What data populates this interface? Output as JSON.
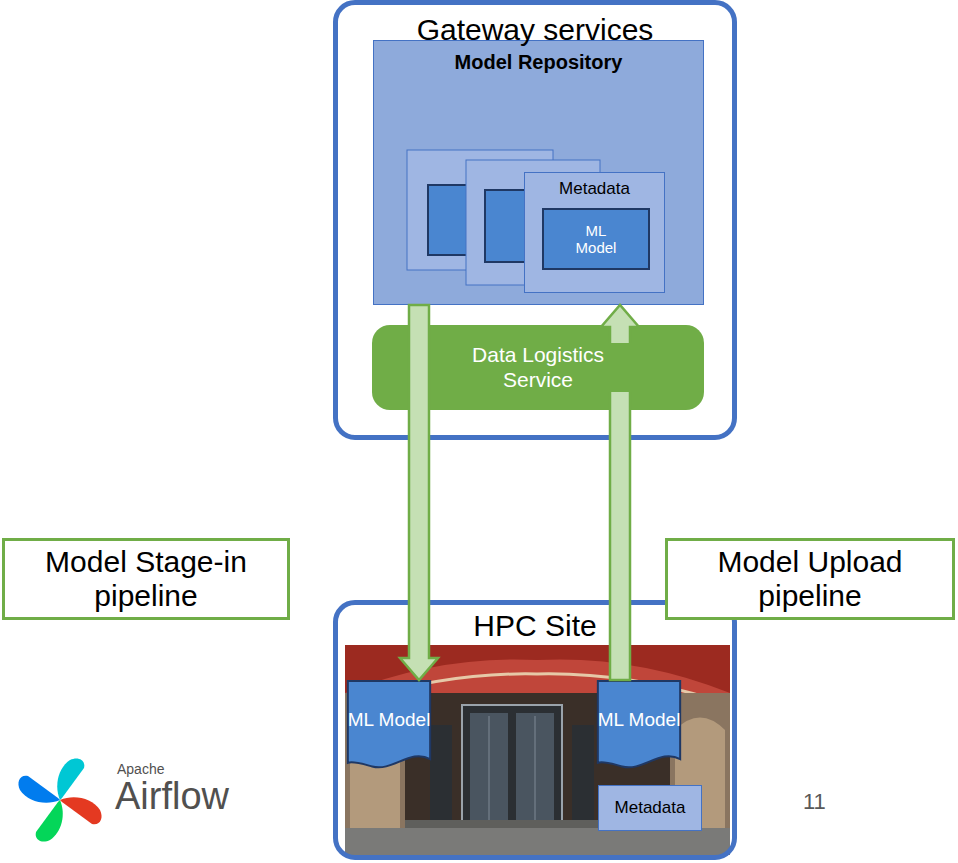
{
  "diagram": {
    "nodes": [
      {
        "text": [
          "Gateway services"
        ]
      },
      {
        "text": [
          "Model Repository"
        ],
        "in": 0
      },
      {
        "text": [
          "Metadata"
        ],
        "in": 1
      },
      {
        "text": [
          "ML Model"
        ],
        "in": 2
      },
      {
        "text": [
          "Data Logistics Service"
        ],
        "in": 0
      },
      {
        "text": [
          "HPC Site"
        ]
      },
      {
        "text": [
          "ML Model"
        ],
        "in": 5
      },
      {
        "text": [
          "ML Model"
        ],
        "in": 5
      },
      {
        "text": [
          "Metadata"
        ],
        "in": 5
      },
      {
        "text": [
          "Model Stage-in pipeline"
        ]
      },
      {
        "text": [
          "Model Upload pipeline"
        ]
      }
    ],
    "edges": [
      {
        "from": 1,
        "to": 6,
        "arrow": "to"
      },
      {
        "from": 7,
        "to": 1,
        "arrow": "to"
      }
    ],
    "labels": [
      "Apache",
      "Airflow",
      "11"
    ]
  }
}
